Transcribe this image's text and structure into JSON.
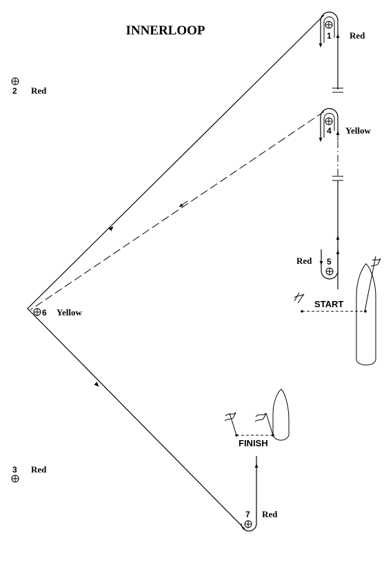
{
  "title": "INNERLOOP",
  "marks": [
    {
      "number": "1",
      "color": "Red"
    },
    {
      "number": "2",
      "color": "Red"
    },
    {
      "number": "3",
      "color": "Red"
    },
    {
      "number": "4",
      "color": "Yellow"
    },
    {
      "number": "5",
      "color": "Red"
    },
    {
      "number": "6",
      "color": "Yellow"
    },
    {
      "number": "7",
      "color": "Red"
    }
  ],
  "start_label": "START",
  "finish_label": "FINISH",
  "icons": [
    "mark-buoy-icon",
    "flag-icon",
    "committee-boat-icon",
    "arrow-icon"
  ]
}
